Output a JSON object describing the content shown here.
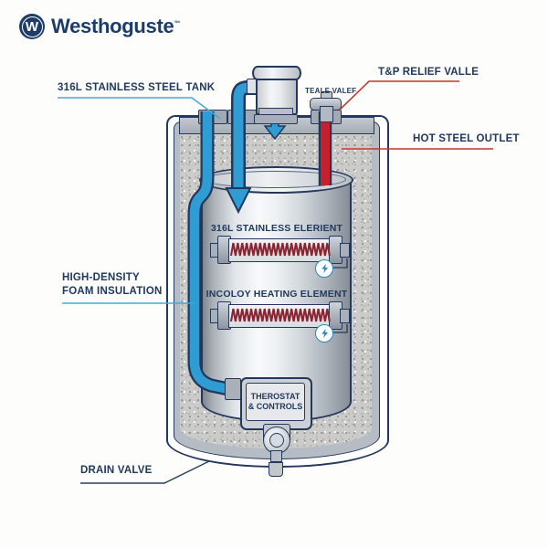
{
  "brand": {
    "name": "Westhoguste",
    "mark": "W",
    "reg": "™"
  },
  "callouts": {
    "tank": {
      "label": "316L STAINLESS STEEL TANK"
    },
    "tp_relief": {
      "label": "T&P RELIEF VALLE"
    },
    "small_valve": {
      "label": "TEALE VALEF"
    },
    "hot_outlet": {
      "label": "HOT STEEL OUTLET"
    },
    "insulation": {
      "label_line1": "HIGH-DENSITY",
      "label_line2": "FOAM INSULATION"
    },
    "drain": {
      "label": "DRAIN VALVE"
    }
  },
  "internal_labels": {
    "upper_element": "316L STAINLESS ELERIENT",
    "lower_element": "INCOLOY HEATING ELEMENT",
    "thermostat_line1": "THEROSTAT",
    "thermostat_line2": "& CONTROLS"
  },
  "icons": {
    "logo_mark": "w-circle",
    "cold_flow": "down-arrow",
    "dip_tube": "down-arrow",
    "power_upper": "lightning-bolt",
    "power_lower": "lightning-bolt"
  },
  "colors": {
    "outline_navy": "#24385c",
    "cold_pipe_blue": "#2f9cd4",
    "hot_pipe_red": "#c6202c",
    "callout_blue": "#45a8d9",
    "callout_red": "#c4372f",
    "coil_red": "#8a2533",
    "insulation_gray": "#cbcbca",
    "brand_navy": "#1d3c68"
  }
}
